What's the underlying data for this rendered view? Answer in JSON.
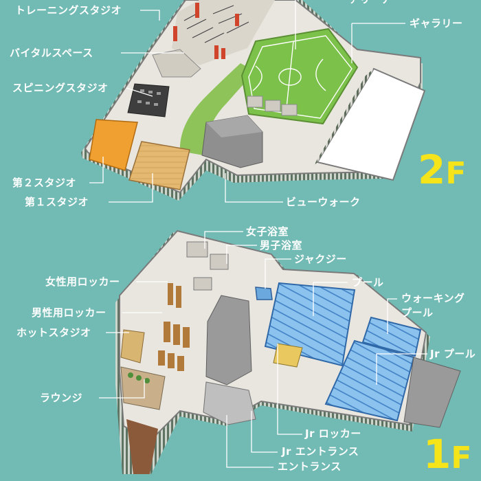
{
  "floors": {
    "upper": {
      "number": "2",
      "unit": "F"
    },
    "lower": {
      "number": "1",
      "unit": "F"
    }
  },
  "labels_2f": {
    "training_studio": "トレーニングスタジオ",
    "vital_space": "バイタルスペース",
    "spinning_studio": "スピニングスタジオ",
    "studio_2": "第２スタジオ",
    "studio_1": "第１スタジオ",
    "view_walk": "ビューウォーク",
    "gallery": "ギャラリー",
    "arena_partial": "アリーナ"
  },
  "labels_1f": {
    "womens_bath": "女子浴室",
    "mens_bath": "男子浴室",
    "jacuzzi": "ジャクジー",
    "pool": "プール",
    "walking_pool_line1": "ウォーキング",
    "walking_pool_line2": "プール",
    "jr_pool": "Jr プール",
    "womens_locker": "女性用ロッカー",
    "mens_locker": "男性用ロッカー",
    "hot_studio": "ホットスタジオ",
    "lounge": "ラウンジ",
    "jr_locker": "Jr ロッカー",
    "jr_entrance": "Jr エントランス",
    "entrance": "エントランス"
  },
  "colors": {
    "background": "#72bab4",
    "floor_number": "#f5e41a",
    "court_green": "#7cc24a",
    "studio_orange": "#f0a030",
    "studio_wood": "#e4b870",
    "pool_blue": "#7fb8e8",
    "wall_gray": "#8d8d8d",
    "floor_light": "#e9e6df"
  }
}
